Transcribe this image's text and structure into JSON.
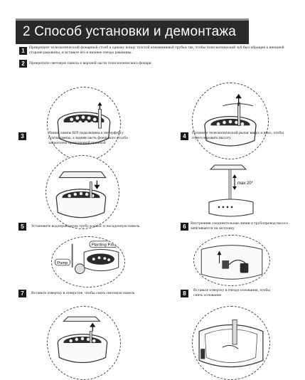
{
  "header": {
    "title": "2 Способ установки и демонтажа"
  },
  "steps": [
    {
      "num": "1",
      "text": "Прикрепите телескопический фонарный столб к одному концу толстой алюминиевой трубки так, чтобы телескопический зуб был обращен к внешней стороне раковины, и вставьте его в нижнее гнездо раковины."
    },
    {
      "num": "2",
      "text": "Прикрепите световую панель к верхней части телескопического фонаря."
    },
    {
      "num": "3",
      "text": "Линия лампы RJ9 подключена к интерфейсу платы лампы, а задняя часть фонарного столба закреплена проволочной пряжкой"
    },
    {
      "num": "4",
      "text": "Потяните телескопический рычаг вверх и вниз, чтобы отрегулировать высоту."
    },
    {
      "num": "5",
      "text": "Установите водопроводную трубу в насос и посадочную панель"
    },
    {
      "num": "6",
      "text": "Внутренняя соединительная линия и трубопровод насоса затягиваются на заглушку"
    },
    {
      "num": "7",
      "text": "Вставьте отвертку в отверстие, чтобы снять световую панель"
    },
    {
      "num": "8",
      "text": "Вставьте отвертку в гнездо основания, чтобы снять основание"
    }
  ],
  "figure_labels": {
    "max_height": "max 20°",
    "planting_panel": "Planting Panel",
    "pump": "Pump"
  }
}
